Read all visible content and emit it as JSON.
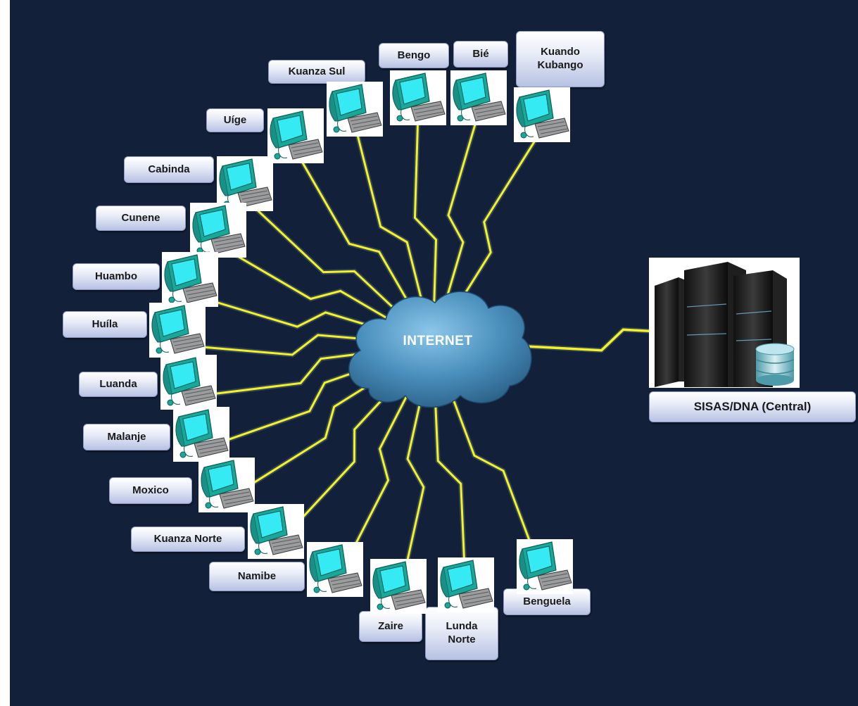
{
  "diagram": {
    "hub_label": "INTERNET",
    "server_label": "SISAS/DNA (Central)",
    "colors": {
      "background": "#122039",
      "lightning": "#f4f41a",
      "cloud": "#3f7fa9",
      "label_text": "#1a1a1a"
    },
    "nodes": [
      {
        "id": "kuanza-sul",
        "label": "Kuanza Sul"
      },
      {
        "id": "bengo",
        "label": "Bengo"
      },
      {
        "id": "bie",
        "label": "Bié"
      },
      {
        "id": "kuando-kubango",
        "label": "Kuando\nKubango"
      },
      {
        "id": "uige",
        "label": "Uíge"
      },
      {
        "id": "cabinda",
        "label": "Cabinda"
      },
      {
        "id": "cunene",
        "label": "Cunene"
      },
      {
        "id": "huambo",
        "label": "Huambo"
      },
      {
        "id": "huila",
        "label": "Huíla"
      },
      {
        "id": "luanda",
        "label": "Luanda"
      },
      {
        "id": "malanje",
        "label": "Malanje"
      },
      {
        "id": "moxico",
        "label": "Moxico"
      },
      {
        "id": "kuanza-norte",
        "label": "Kuanza Norte"
      },
      {
        "id": "namibe",
        "label": "Namibe"
      },
      {
        "id": "zaire",
        "label": "Zaire"
      },
      {
        "id": "lunda-norte",
        "label": "Lunda\nNorte"
      },
      {
        "id": "benguela",
        "label": "Benguela"
      }
    ]
  }
}
